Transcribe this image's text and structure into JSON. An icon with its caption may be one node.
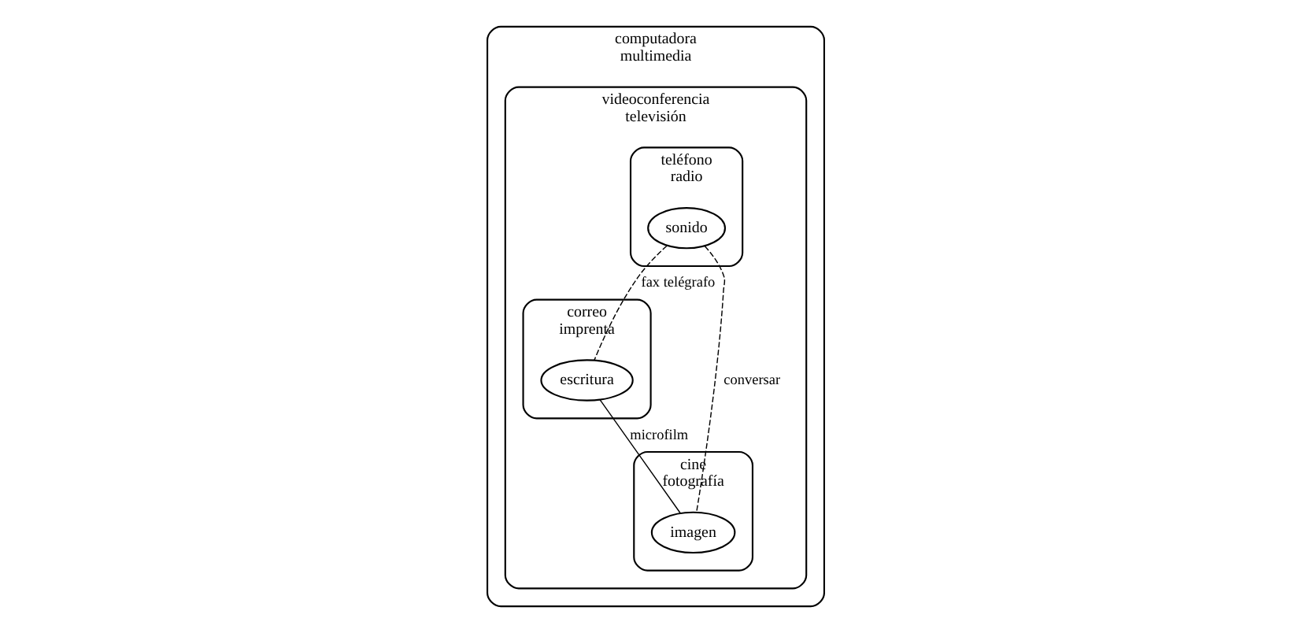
{
  "diagram": {
    "nodes": [
      {
        "text": [
          "computadora",
          "multimedia"
        ]
      },
      {
        "text": [
          "videoconferencia",
          "televisión"
        ],
        "in": 0
      },
      {
        "text": [
          "teléfono",
          "radio"
        ],
        "in": 1
      },
      {
        "text": [
          "sonido"
        ],
        "in": 2
      },
      {
        "text": [
          "correo",
          "imprenta"
        ],
        "in": 1
      },
      {
        "text": [
          "escritura"
        ],
        "in": 4
      },
      {
        "text": [
          "cine",
          "fotografía"
        ],
        "in": 1
      },
      {
        "text": [
          "imagen"
        ],
        "in": 6
      }
    ],
    "edges": [
      {
        "from": 3,
        "to": 5,
        "arrow": "none",
        "label": "fax telégrafo",
        "style": "dashed"
      },
      {
        "from": 3,
        "to": 7,
        "arrow": "none",
        "label": "conversar",
        "style": "dashed"
      },
      {
        "from": 5,
        "to": 7,
        "arrow": "none",
        "label": "microfilm"
      }
    ]
  }
}
